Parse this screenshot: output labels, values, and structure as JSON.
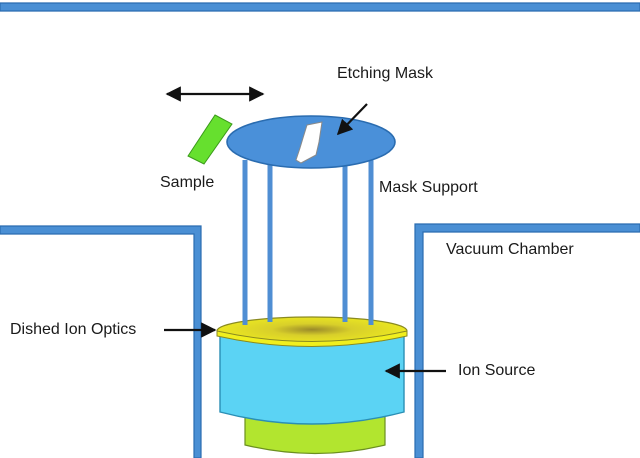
{
  "labels": {
    "etching_mask": "Etching Mask",
    "sample": "Sample",
    "mask_support": "Mask Support",
    "vacuum_chamber": "Vacuum Chamber",
    "dished_ion_optics": "Dished Ion Optics",
    "ion_source": "Ion Source"
  },
  "colors": {
    "chamber_wall": "#3d85c8",
    "mask_disc": "#4a90d9",
    "sample": "#66e02e",
    "ion_optics": "#f0ef1e",
    "ion_source_body": "#5bd3f4",
    "source_base": "#b2e52f",
    "support_rods": "#4f8ed3"
  }
}
